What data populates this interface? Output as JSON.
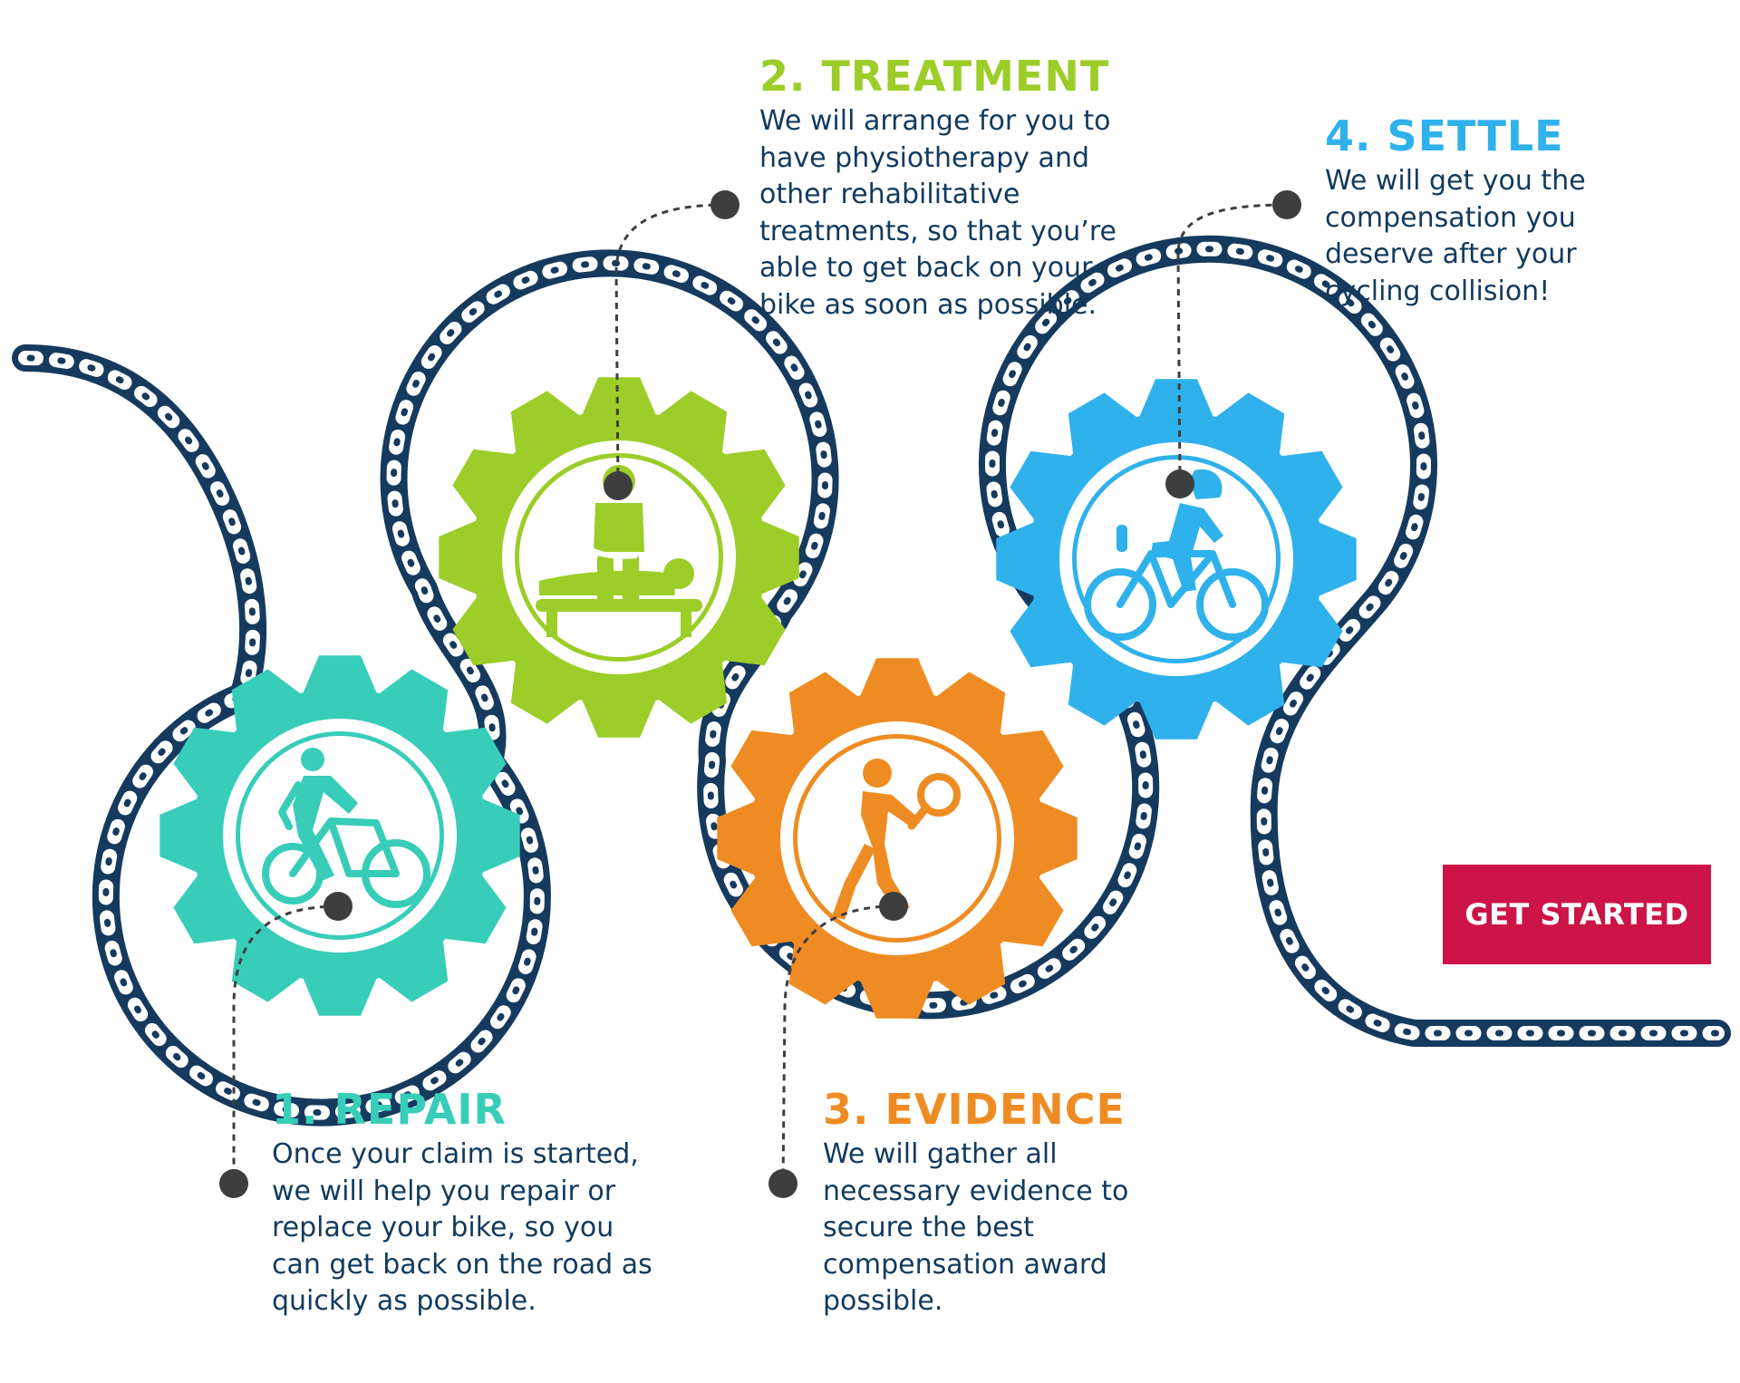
{
  "steps": [
    {
      "key": "repair",
      "title": "1. REPAIR",
      "text": "Once your claim is started, we will help you repair or replace your bike, so you can get back on the road as quickly as possible.",
      "color": "#37cdb9",
      "icon": "cyclist-icon"
    },
    {
      "key": "treatment",
      "title": "2. TREATMENT",
      "text": "We will arrange for you to have physiotherapy and other rehabilitative treatments, so that you’re able to get back on your bike as soon as possible.",
      "color": "#9ccd28",
      "icon": "massage-therapy-icon"
    },
    {
      "key": "evidence",
      "title": "3. EVIDENCE",
      "text": "We will gather all necessary evidence to secure the best compensation award possible.",
      "color": "#ee8c23",
      "icon": "investigator-magnifier-icon"
    },
    {
      "key": "settle",
      "title": "4. SETTLE",
      "text": "We will get you the compensation you deserve after your cycling collision!",
      "color": "#2fb1ec",
      "icon": "cyclist-helmet-icon"
    }
  ],
  "cta": {
    "label": "GET STARTED",
    "color": "#cc1447"
  },
  "colors": {
    "chain": "#163a5e",
    "connector": "#3e3e3e",
    "text": "#123a5e"
  }
}
